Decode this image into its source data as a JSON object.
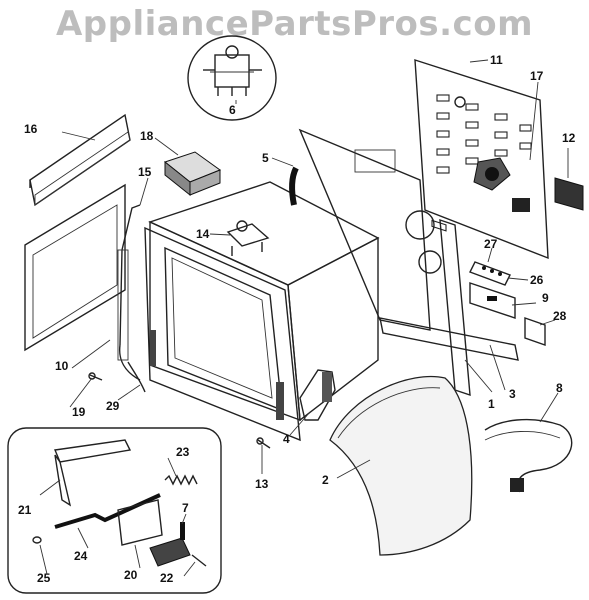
{
  "watermark": "AppliancePartsPros.com",
  "callouts": [
    {
      "id": "c1",
      "label": "1"
    },
    {
      "id": "c2",
      "label": "2"
    },
    {
      "id": "c3",
      "label": "3"
    },
    {
      "id": "c4",
      "label": "4"
    },
    {
      "id": "c5",
      "label": "5"
    },
    {
      "id": "c6",
      "label": "6"
    },
    {
      "id": "c7",
      "label": "7"
    },
    {
      "id": "c8",
      "label": "8"
    },
    {
      "id": "c9",
      "label": "9"
    },
    {
      "id": "c10",
      "label": "10"
    },
    {
      "id": "c11",
      "label": "11"
    },
    {
      "id": "c12",
      "label": "12"
    },
    {
      "id": "c13",
      "label": "13"
    },
    {
      "id": "c14",
      "label": "14"
    },
    {
      "id": "c15",
      "label": "15"
    },
    {
      "id": "c16",
      "label": "16"
    },
    {
      "id": "c17",
      "label": "17"
    },
    {
      "id": "c18",
      "label": "18"
    },
    {
      "id": "c19",
      "label": "19"
    },
    {
      "id": "c20",
      "label": "20"
    },
    {
      "id": "c21",
      "label": "21"
    },
    {
      "id": "c22",
      "label": "22"
    },
    {
      "id": "c23",
      "label": "23"
    },
    {
      "id": "c24",
      "label": "24"
    },
    {
      "id": "c25",
      "label": "25"
    },
    {
      "id": "c26",
      "label": "26"
    },
    {
      "id": "c27",
      "label": "27"
    },
    {
      "id": "c28",
      "label": "28"
    },
    {
      "id": "c29",
      "label": "29"
    }
  ]
}
